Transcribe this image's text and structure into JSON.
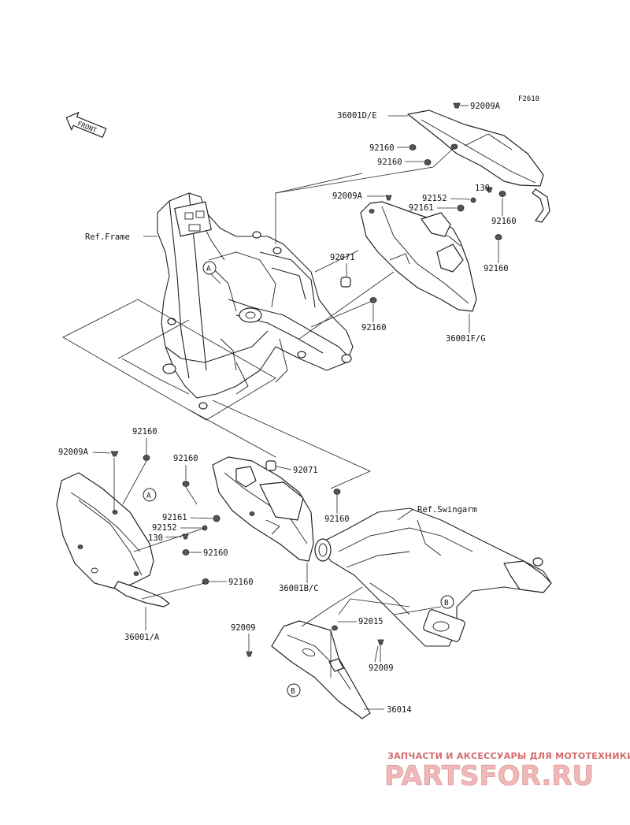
{
  "figure_code": "F2610",
  "front_label": "FRONT",
  "references": {
    "frame": "Ref.Frame",
    "swingarm": "Ref.Swingarm"
  },
  "callouts": {
    "a_top": "A",
    "a_bottom": "A",
    "b_right": "B",
    "b_bottom": "B"
  },
  "labels": {
    "p_36001de": "36001D/E",
    "p_92009a_top": "92009A",
    "p_92160_1": "92160",
    "p_92160_2": "92160",
    "p_92009a_mid": "92009A",
    "p_130_top": "130",
    "p_92152_top": "92152",
    "p_92161_top": "92161",
    "p_92160_3": "92160",
    "p_92071_top": "92071",
    "p_92160_4": "92160",
    "p_92160_5": "92160",
    "p_36001fg": "36001F/G",
    "p_92160_6": "92160",
    "p_92009a_left": "92009A",
    "p_92160_7": "92160",
    "p_92071_bot": "92071",
    "p_92161_bot": "92161",
    "p_92152_bot": "92152",
    "p_130_bot": "130",
    "p_92160_8": "92160",
    "p_92160_9": "92160",
    "p_92160_10": "92160",
    "p_36001bc": "36001B/C",
    "p_36001a": "36001/A",
    "p_92009_left": "92009",
    "p_92015": "92015",
    "p_92009_right": "92009",
    "p_36014": "36014"
  },
  "watermark": {
    "caption": "ЗАПЧАСТИ И АКСЕССУАРЫ ДЛЯ МОТОТЕХНИКИ",
    "logo": "PARTSFOR.RU"
  }
}
